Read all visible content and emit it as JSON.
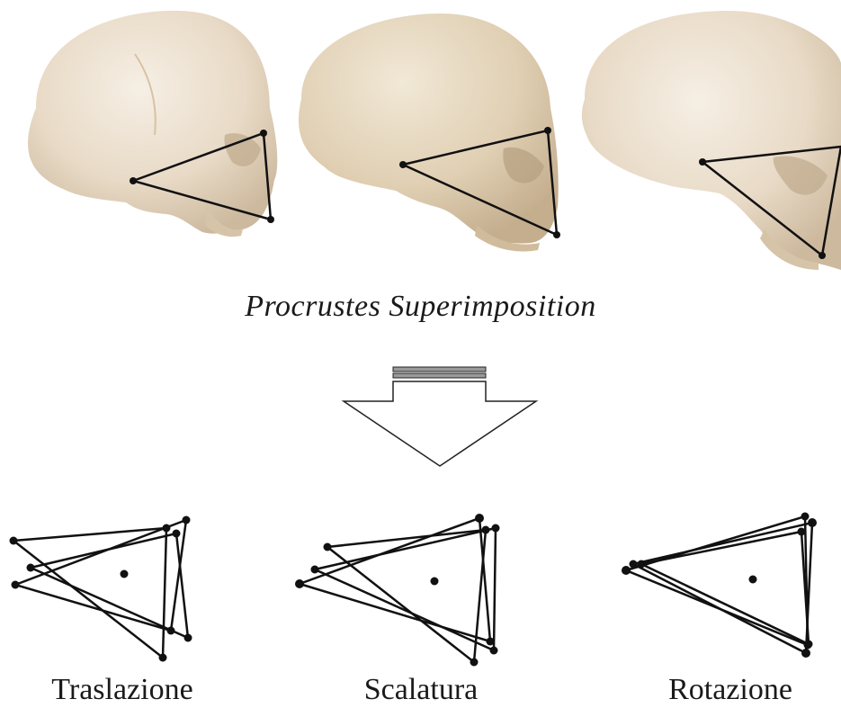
{
  "title": "Procrustes Superimposition",
  "steps": [
    {
      "label": "Traslazione"
    },
    {
      "label": "Scalatura"
    },
    {
      "label": "Rotazione"
    }
  ],
  "colors": {
    "bone_light": "#efe6da",
    "bone_mid": "#e3d3bd",
    "bone_dark": "#c9b69c",
    "line": "#111111",
    "arrow_fill": "#ffffff",
    "arrow_band": "#9a9a9a"
  },
  "icons": {
    "skulls": [
      "skull-photo-1",
      "skull-photo-2",
      "skull-photo-3"
    ],
    "arrow": "down-arrow-icon"
  }
}
